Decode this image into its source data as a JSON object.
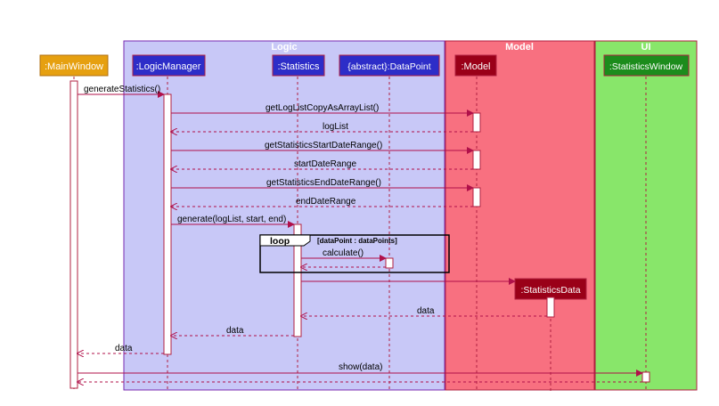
{
  "boxes": [
    {
      "key": "logic",
      "label": "Logic",
      "fill": "#c8c8f7",
      "stroke": "#7a2bb0"
    },
    {
      "key": "model",
      "label": "Model",
      "fill": "#f87080",
      "stroke": "#b02040"
    },
    {
      "key": "ui",
      "label": "UI",
      "fill": "#88e66a",
      "stroke": "#b02040"
    }
  ],
  "participants": [
    {
      "key": "mainwindow",
      "label": ":MainWindow",
      "fill": "#e6a010",
      "text": "#ffffff",
      "stroke": "#b07010"
    },
    {
      "key": "logicmanager",
      "label": ":LogicManager",
      "fill": "#2d2dc8",
      "text": "#ffffff",
      "stroke": "#b02040"
    },
    {
      "key": "statistics",
      "label": ":Statistics",
      "fill": "#2d2dc8",
      "text": "#ffffff",
      "stroke": "#b02040"
    },
    {
      "key": "datapoint",
      "label": "{abstract}:DataPoint",
      "fill": "#2d2dc8",
      "text": "#ffffff",
      "stroke": "#b02040"
    },
    {
      "key": "model",
      "label": ":Model",
      "fill": "#9a0018",
      "text": "#ffffff",
      "stroke": "#b02040"
    },
    {
      "key": "statisticswindow",
      "label": ":StatisticsWindow",
      "fill": "#1c8c1c",
      "text": "#ffffff",
      "stroke": "#b02040"
    },
    {
      "key": "statisticsdata",
      "label": ":StatisticsData",
      "fill": "#9a0018",
      "text": "#ffffff",
      "stroke": "#b02040"
    }
  ],
  "messages": [
    {
      "label": "generateStatistics()",
      "kind": "call"
    },
    {
      "label": "getLogListCopyAsArrayList()",
      "kind": "call"
    },
    {
      "label": "logList",
      "kind": "return"
    },
    {
      "label": "getStatisticsStartDateRange()",
      "kind": "call"
    },
    {
      "label": "startDateRange",
      "kind": "return"
    },
    {
      "label": "getStatisticsEndDateRange()",
      "kind": "call"
    },
    {
      "label": "endDateRange",
      "kind": "return"
    },
    {
      "label": "generate(logList, start, end)",
      "kind": "call"
    },
    {
      "label": "calculate()",
      "kind": "call"
    },
    {
      "label": "",
      "kind": "return"
    },
    {
      "label": "",
      "kind": "create"
    },
    {
      "label": "data",
      "kind": "return"
    },
    {
      "label": "data",
      "kind": "return"
    },
    {
      "label": "data",
      "kind": "return"
    },
    {
      "label": "show(data)",
      "kind": "call"
    },
    {
      "label": "",
      "kind": "return"
    }
  ],
  "fragment": {
    "keyword": "loop",
    "guard": "[dataPoint : dataPoints]"
  },
  "colors": {
    "message": "#b0104a",
    "lifeline": "#b02040"
  }
}
